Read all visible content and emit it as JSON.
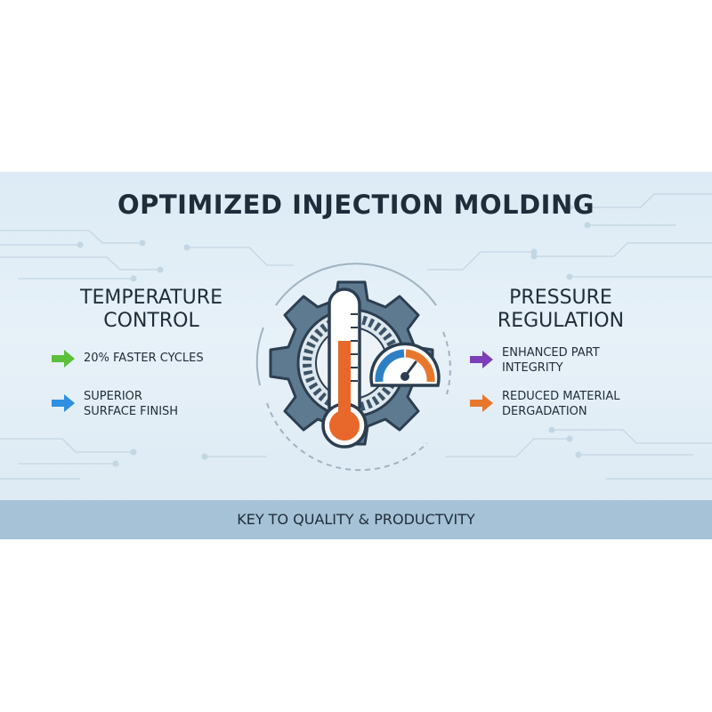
{
  "title": "OPTIMIZED INJECTION MOLDING",
  "left": {
    "heading_line1": "TEMPERATURE",
    "heading_line2": "CONTROL",
    "items": [
      {
        "lines": [
          "20% FASTER CYCLES"
        ],
        "color": "#5bbf3a"
      },
      {
        "lines": [
          "SUPERIOR",
          "SURFACE FINISH"
        ],
        "color": "#2f8fe0"
      }
    ]
  },
  "right": {
    "heading_line1": "PRESSURE",
    "heading_line2": "REGULATION",
    "items": [
      {
        "lines": [
          "ENHANCED PART",
          "INTEGRITY"
        ],
        "color": "#7b3fb8"
      },
      {
        "lines": [
          "REDUCED MATERIAL",
          "DERGADATION"
        ],
        "color": "#e8772e"
      }
    ]
  },
  "footer": "KEY TO QUALITY & PRODUCTVITY",
  "colors": {
    "gear": "#5d7a90",
    "gear_dark": "#2c3e50",
    "thermo_fill": "#e8672a",
    "gauge_blue": "#2f7fc4",
    "gauge_orange": "#e8772e",
    "banner_bg": "#e3eef6",
    "footer_bg": "#a6c2d6"
  },
  "icons": [
    "gear-icon",
    "thermometer-icon",
    "pressure-gauge-icon",
    "arrow-right-icon"
  ]
}
